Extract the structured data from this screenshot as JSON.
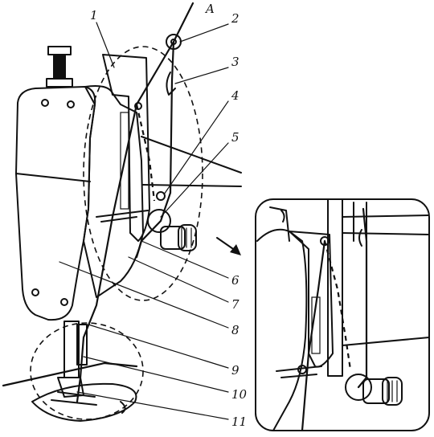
{
  "diagram": {
    "callouts": [
      {
        "id": "A",
        "text": "A"
      },
      {
        "id": "1",
        "text": "1"
      },
      {
        "id": "2",
        "text": "2"
      },
      {
        "id": "3",
        "text": "3"
      },
      {
        "id": "4",
        "text": "4"
      },
      {
        "id": "5",
        "text": "5"
      },
      {
        "id": "6",
        "text": "6"
      },
      {
        "id": "7",
        "text": "7"
      },
      {
        "id": "8",
        "text": "8"
      },
      {
        "id": "9",
        "text": "9"
      },
      {
        "id": "10",
        "text": "10"
      },
      {
        "id": "11",
        "text": "11"
      }
    ],
    "colors": {
      "ink": "#111111",
      "background": "#ffffff"
    }
  }
}
